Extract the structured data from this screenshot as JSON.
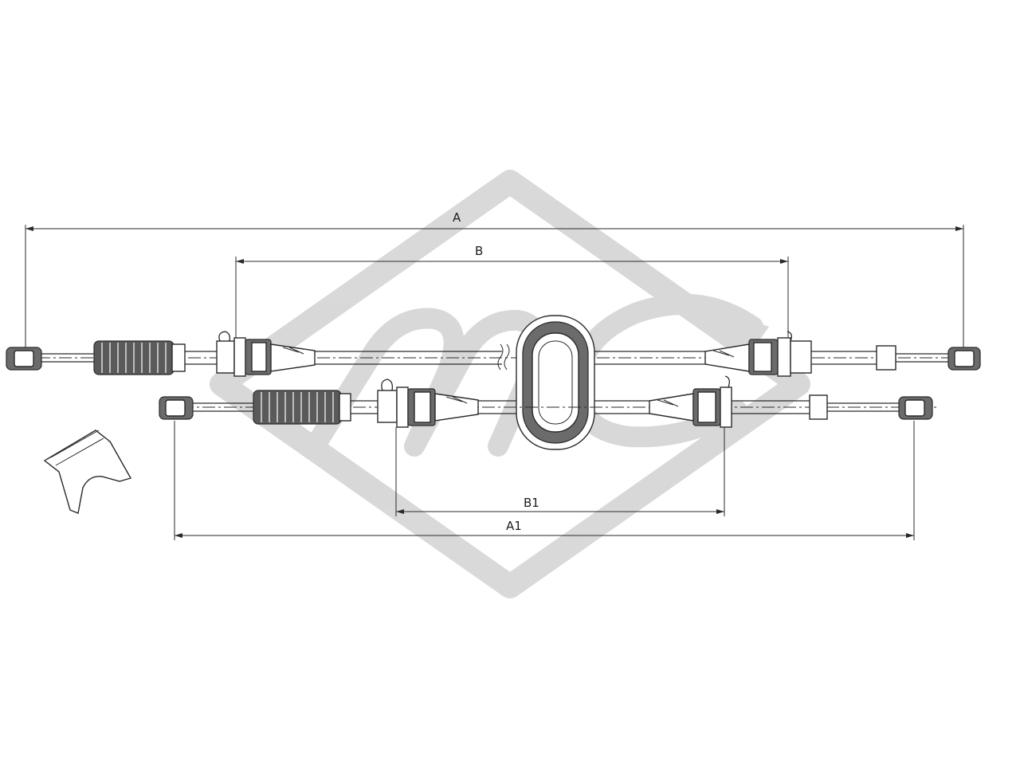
{
  "dimensions": {
    "a": "A",
    "b": "B",
    "b1": "B1",
    "a1": "A1"
  },
  "watermark": {
    "type": "logo",
    "text": "MC",
    "color": "#c4c4c4"
  },
  "colors": {
    "line": "#2a2a2a",
    "background": "#ffffff"
  }
}
